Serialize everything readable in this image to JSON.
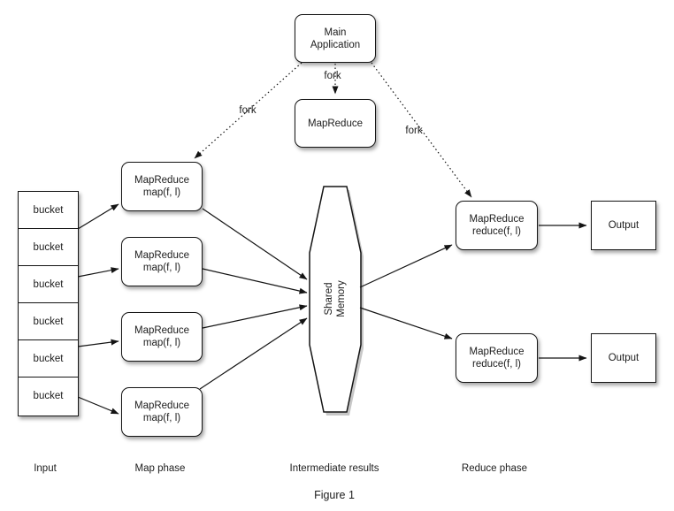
{
  "figure": {
    "caption": "Figure 1"
  },
  "nodes": {
    "main_application": {
      "line1": "Main",
      "line2": "Application"
    },
    "mapreduce_controller": {
      "label": "MapReduce"
    },
    "buckets": [
      "bucket",
      "bucket",
      "bucket",
      "bucket",
      "bucket",
      "bucket"
    ],
    "map_workers": [
      {
        "line1": "MapReduce",
        "line2": "map(f, l)"
      },
      {
        "line1": "MapReduce",
        "line2": "map(f, l)"
      },
      {
        "line1": "MapReduce",
        "line2": "map(f, l)"
      },
      {
        "line1": "MapReduce",
        "line2": "map(f, l)"
      }
    ],
    "shared_memory": {
      "line1": "Shared",
      "line2": "Memory"
    },
    "reduce_workers": [
      {
        "line1": "MapReduce",
        "line2": "reduce(f, l)"
      },
      {
        "line1": "MapReduce",
        "line2": "reduce(f, l)"
      }
    ],
    "outputs": [
      {
        "label": "Output"
      },
      {
        "label": "Output"
      }
    ]
  },
  "edge_labels": {
    "fork_left": "fork",
    "fork_center": "fork",
    "fork_right": "fork"
  },
  "phase_labels": {
    "input": "Input",
    "map": "Map phase",
    "intermediate": "Intermediate results",
    "reduce": "Reduce phase"
  },
  "colors": {
    "stroke": "#141414",
    "fill": "#ffffff",
    "background": "#ffffff"
  }
}
